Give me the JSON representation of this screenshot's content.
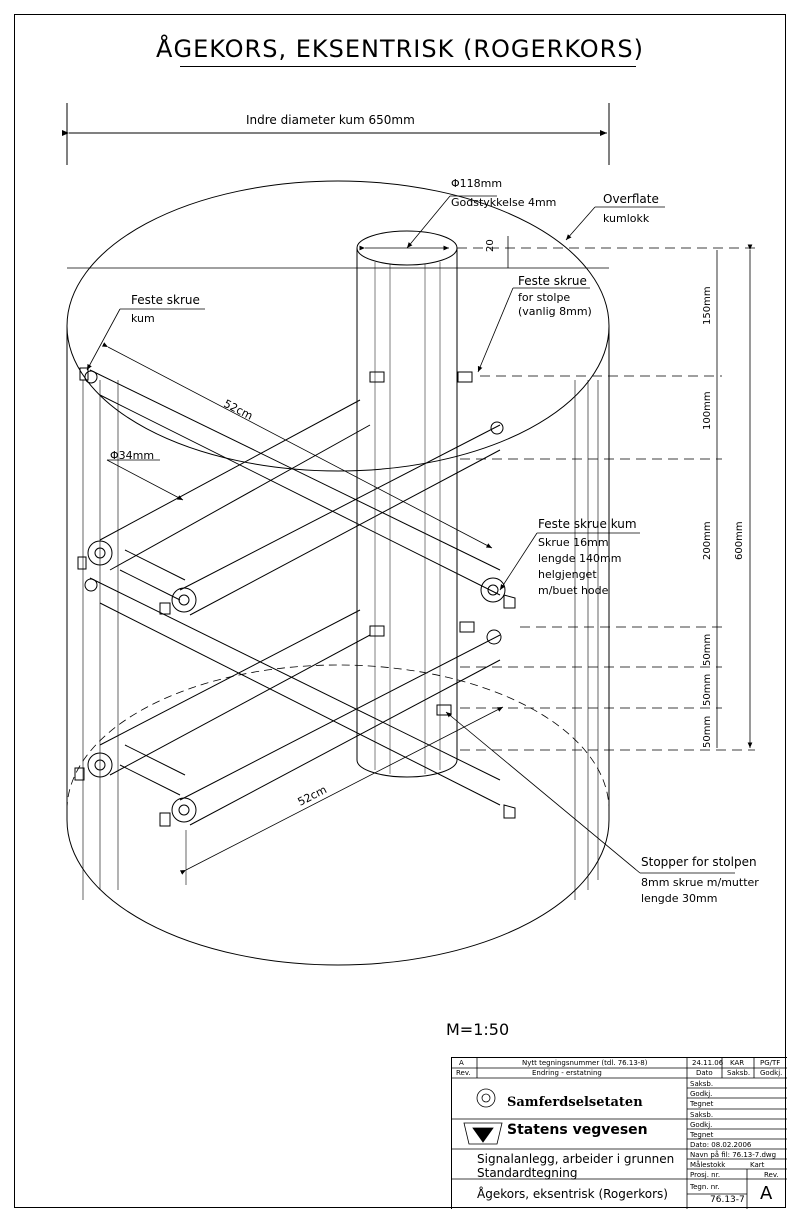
{
  "title": "ÅGEKORS, EKSENTRISK (ROGERKORS)",
  "dimensions": {
    "inner_diameter": "Indre diameter kum 650mm",
    "pole_diameter": "Φ118mm",
    "wall_thickness": "Godstykkelse 4mm",
    "top_offset": "20",
    "bar_length_upper": "52cm",
    "bar_length_lower": "52cm",
    "bar_diameter": "Φ34mm",
    "d150": "150mm",
    "d100": "100mm",
    "d200": "200mm",
    "d600": "600mm",
    "d50a": "50mm",
    "d50b": "50mm",
    "d50c": "50mm"
  },
  "labels": {
    "surface": [
      "Overflate",
      "kumlokk"
    ],
    "screw_kum": [
      "Feste skrue",
      "kum"
    ],
    "screw_pole": [
      "Feste skrue",
      "for stolpe",
      "(vanlig 8mm)"
    ],
    "screw_kum2": [
      "Feste skrue kum",
      "Skrue 16mm",
      "lengde 140mm",
      "helgjenget",
      "m/buet hode"
    ],
    "stopper": [
      "Stopper for stolpen",
      "8mm skrue m/mutter",
      "lengde 30mm"
    ]
  },
  "scale": "M=1:50",
  "title_block": {
    "rev_row": [
      "A",
      "Nytt tegningsnummer (tdl. 76.13-8)",
      "24.11.06",
      "KAR",
      "PG/TF"
    ],
    "rev_header": [
      "Rev.",
      "Endring - erstatning",
      "Dato",
      "Saksb.",
      "Godkj."
    ],
    "org1": "Samferdselsetaten",
    "org2": "Statens vegvesen",
    "role_fields": [
      "Saksb.",
      "Godkj.",
      "Tegnet",
      "Saksb.",
      "Godkj.",
      "Tegnet"
    ],
    "desc1": "Signalanlegg, arbeider i grunnen",
    "desc2": "Standardtegning",
    "desc3": "Ågekors, eksentrisk (Rogerkors)",
    "date": "Dato: 08.02.2006",
    "file": "Navn på fil:  76.13-7.dwg",
    "scale_lbl": "Målestokk",
    "kart": "Kart",
    "prosj": "Prosj. nr.",
    "rev_lbl": "Rev.",
    "tegn": "Tegn. nr.",
    "tegn_val": "76.13-7",
    "rev_val": "A"
  }
}
